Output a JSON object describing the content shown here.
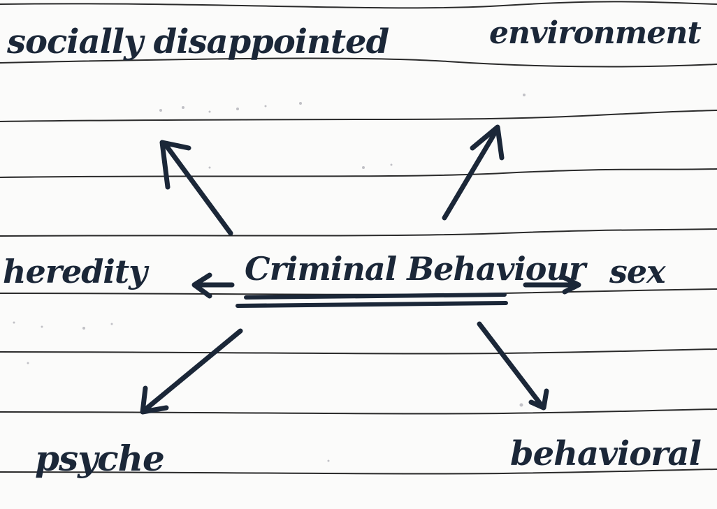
{
  "diagram": {
    "center": "Criminal Behaviour",
    "nodes": {
      "top_left": "socially disappointed",
      "top_right": "environment",
      "left": "heredity",
      "right": "sex",
      "bottom_left": "psyche",
      "bottom_right": "behavioral"
    }
  },
  "colors": {
    "ink": "#1b2738",
    "ruled_lines": "#2a2a2a",
    "paper": "#fbfbfa"
  }
}
